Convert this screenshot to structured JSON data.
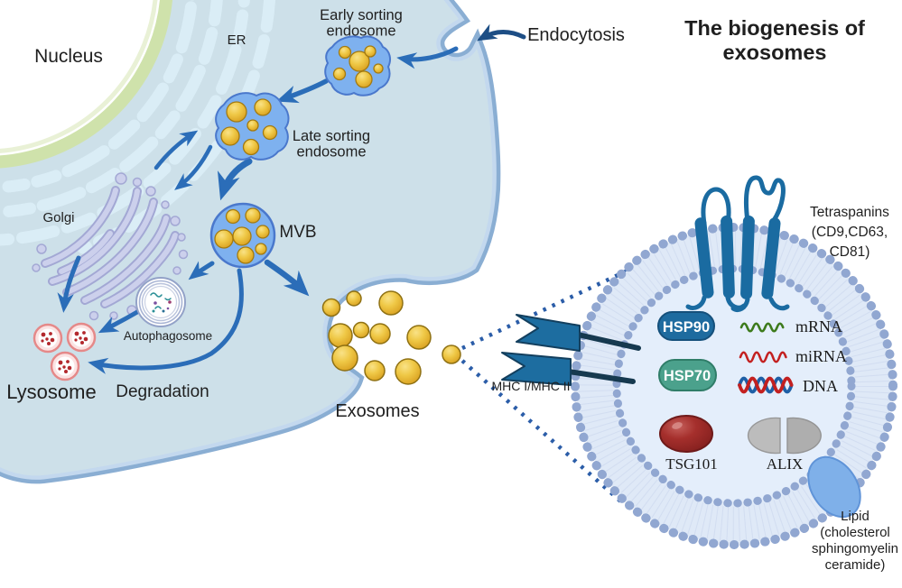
{
  "title": {
    "line1": "The biogenesis of",
    "line2": "exosomes"
  },
  "cell": {
    "nucleus": "Nucleus",
    "er": "ER",
    "golgi": "Golgi",
    "early_endosome_line1": "Early sorting",
    "early_endosome_line2": "endosome",
    "late_endosome_line1": "Late sorting",
    "late_endosome_line2": "endosome",
    "mvb": "MVB",
    "autophagosome": "Autophagosome",
    "lysosome": "Lysosome",
    "degradation": "Degradation",
    "endocytosis": "Endocytosis",
    "exosomes": "Exosomes"
  },
  "exosome_detail": {
    "tetraspanins_line1": "Tetraspanins",
    "tetraspanins_line2": "(CD9,CD63,",
    "tetraspanins_line3": "CD81)",
    "mhc": "MHC I/MHC II",
    "hsp90": "HSP90",
    "hsp70": "HSP70",
    "mrna": "mRNA",
    "mirna": "miRNA",
    "dna": "DNA",
    "tsg101": "TSG101",
    "alix": "ALIX",
    "lipid_line1": "Lipid",
    "lipid_line2": "(cholesterol",
    "lipid_line3": "sphingomyelin",
    "lipid_line4": "ceramide)"
  },
  "colors": {
    "cell_fill": "#cde0e9",
    "membrane_outer": "#8aaed3",
    "membrane_inner": "#c3d8ee",
    "nucleus_ring": "#cfe2ab",
    "er": "#daedf6",
    "golgi": "#ccd0ec",
    "endosome_fill": "#7eb1ef",
    "endosome_stroke": "#4a78cc",
    "vesicle_gold": "#efc846",
    "arrow_blue": "#2b6db8",
    "arrow_dark": "#1d4e85",
    "bead_blue": "#91a7d1",
    "lumen": "#e4eefb",
    "hsp90_pill": "#1e6b9f",
    "hsp70_pill": "#4ba18c",
    "mrna_green": "#3c7a1b",
    "mirna_red": "#c32020",
    "dna_blue": "#1e5fa6",
    "tsg101_red": "#a52f2c",
    "alix_gray": "#b5b5b5",
    "lipid_blue": "#7fb0e9",
    "lysosome_pink": "#fbe3e3",
    "lysosome_stroke": "#e58989",
    "dot_red": "#b3282d"
  }
}
